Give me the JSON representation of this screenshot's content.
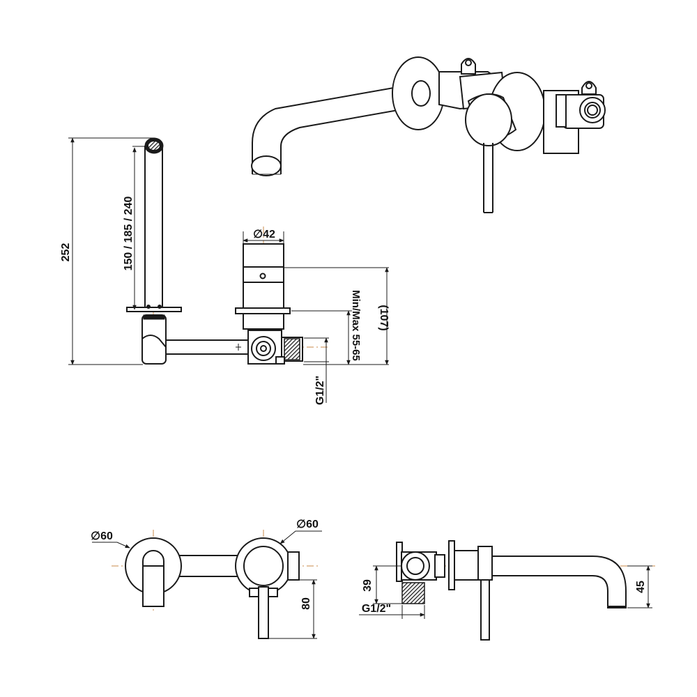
{
  "dimensions": {
    "total_height": "252",
    "spout_lengths": "150 / 185 / 240",
    "mixer_diameter": "∅42",
    "mixer_height": "(107)",
    "wall_depth": "Min/Max 55-65",
    "inlet_thread_side": "G1/2\"",
    "spout_plate_diameter": "∅60",
    "mixer_plate_diameter": "∅60",
    "front_height": "80",
    "body_height": "39",
    "inlet_thread_bottom": "G1/2\"",
    "spout_drop": "45"
  },
  "colors": {
    "line": "#1a1a1a",
    "centerline": "#c8884a",
    "background": "#ffffff"
  }
}
